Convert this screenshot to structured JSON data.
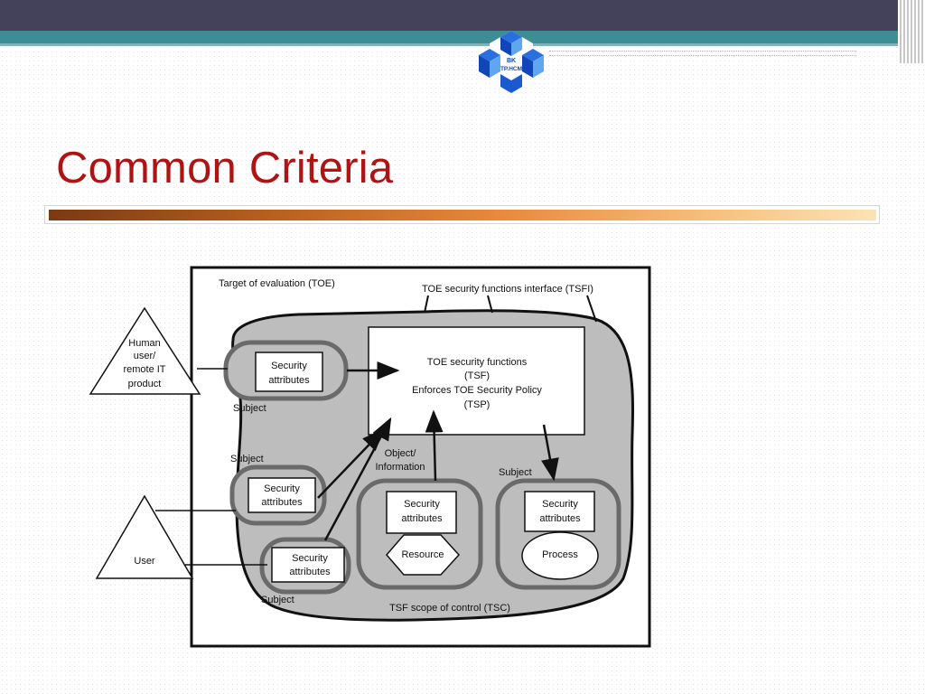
{
  "header": {
    "logo_text_line1": "BK",
    "logo_text_line2": "TP.HCM"
  },
  "slide": {
    "title": "Common Criteria"
  },
  "diagram": {
    "toe_label": "Target of evaluation (TOE)",
    "tsfi_label": "TOE security functions interface (TSFI)",
    "tsf_box": {
      "line1": "TOE security functions",
      "line2": "(TSF)",
      "line3": "Enforces TOE Security Policy",
      "line4": "(TSP)"
    },
    "human_user": {
      "line1": "Human",
      "line2": "user/",
      "line3": "remote IT",
      "line4": "product"
    },
    "user_label": "User",
    "security_attributes": {
      "line1": "Security",
      "line2": "attributes"
    },
    "subject_label": "Subject",
    "object_information": {
      "line1": "Object/",
      "line2": "Information"
    },
    "resource_label": "Resource",
    "process_label": "Process",
    "tsc_label": "TSF scope of control (TSC)"
  }
}
